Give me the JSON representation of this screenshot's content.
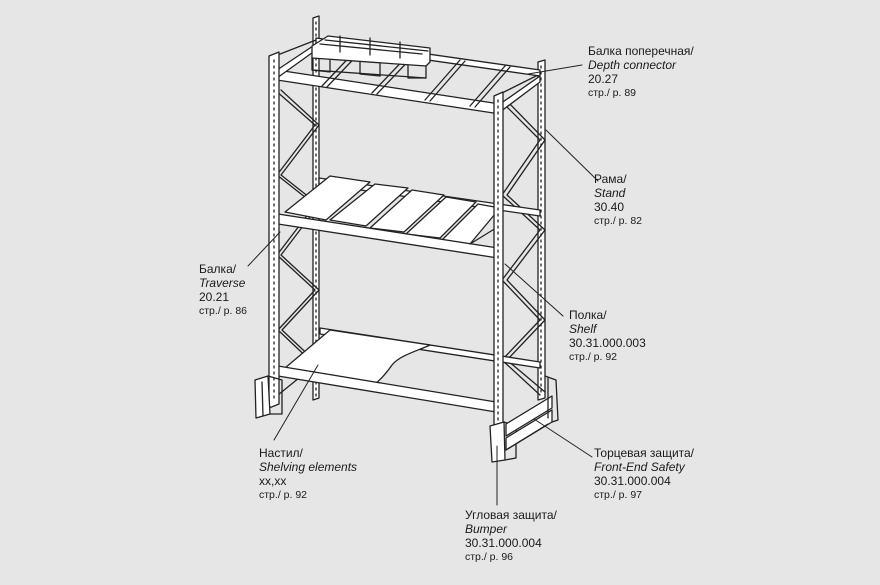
{
  "diagram": {
    "background": "#e6e6e6",
    "line_color": "#222222",
    "callouts": [
      {
        "id": "depth-connector",
        "ru": "Балка поперечная/",
        "en": "Depth connector",
        "code": "20.27",
        "page": "стр./ p. 89"
      },
      {
        "id": "stand",
        "ru": "Рама/",
        "en": "Stand",
        "code": "30.40",
        "page": "стр./ p. 82"
      },
      {
        "id": "traverse",
        "ru": "Балка/",
        "en": "Traverse",
        "code": "20.21",
        "page": "стр./ p. 86"
      },
      {
        "id": "shelf",
        "ru": "Полка/",
        "en": "Shelf",
        "code": "30.31.000.003",
        "page": "стр./ p. 92"
      },
      {
        "id": "shelving-elements",
        "ru": "Настил/",
        "en": "Shelving elements",
        "code": "xx,xx",
        "page": "стр./ p. 92"
      },
      {
        "id": "front-end-safety",
        "ru": "Торцевая защита/",
        "en": "Front-End Safety",
        "code": "30.31.000.004",
        "page": "стр./ p. 97"
      },
      {
        "id": "bumper",
        "ru": "Угловая защита/",
        "en": "Bumper",
        "code": "30.31.000.004",
        "page": "стр./ p. 96"
      }
    ]
  }
}
